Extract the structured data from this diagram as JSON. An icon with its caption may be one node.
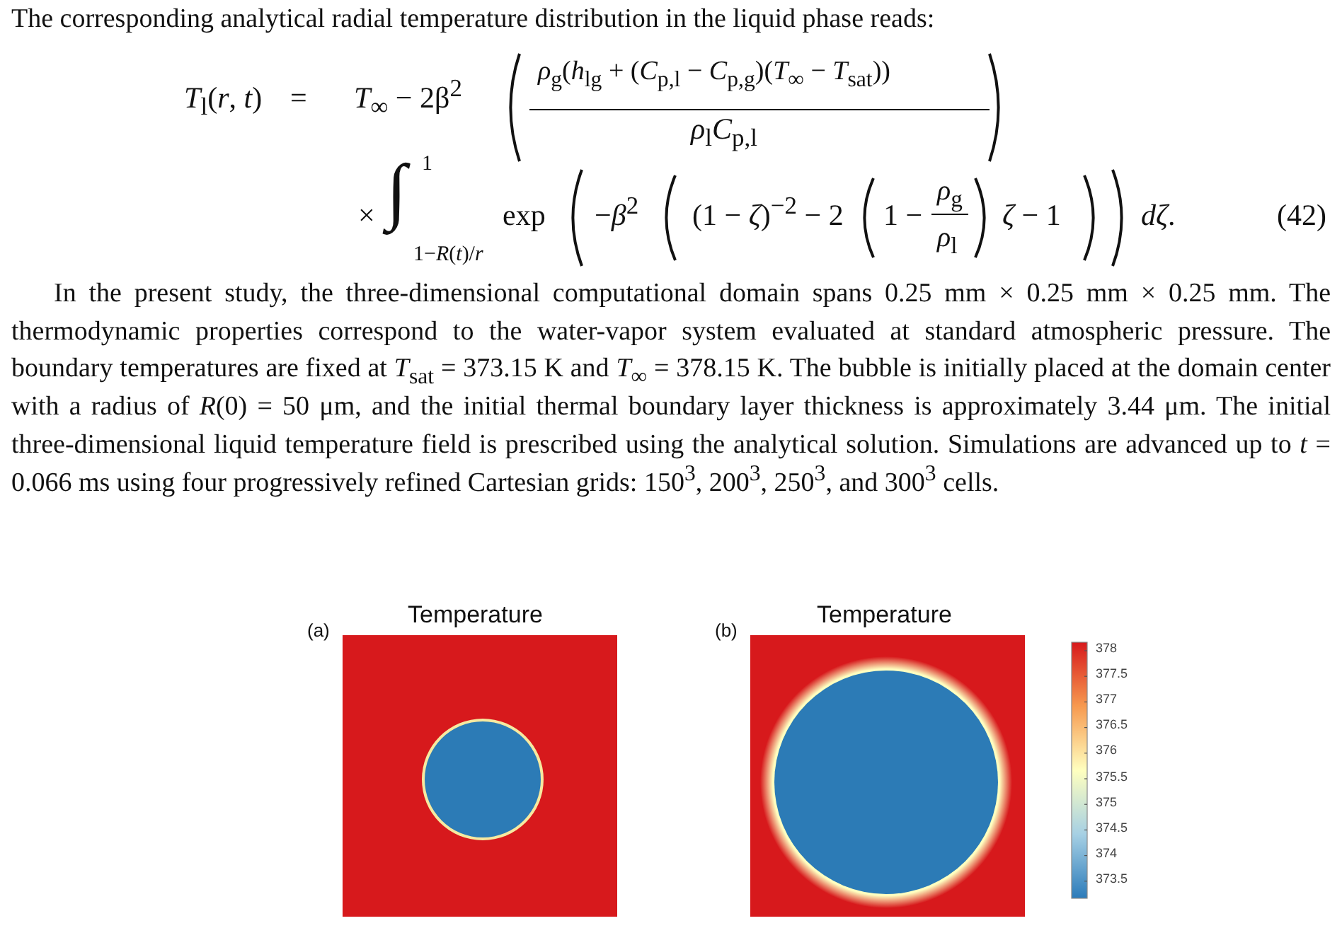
{
  "diagram": {
    "labels": [
      "The corresponding analytical radial temperature distribution in the liquid phase reads:",
      "*T*$_{l}$(*r*, *t*)",
      "=",
      "*T*$_{∞}$ − 2β$^{2}$",
      "*ρ*$_{g}$(*h*$_{lg}$ + (*C*$_{p,l}$ − *C*$_{p,g}$)(*T*$_{∞}$ − *T*$_{sat}$))",
      "*ρ*$_{l}$*C*$_{p,l}$",
      "×",
      "∫",
      "1",
      "1−*R*(*t*)/*r*",
      "exp",
      "−*β*$^{2}$",
      "(1 − *ζ*)$^{−2}$ − 2",
      "1 −",
      "*ρ*$_{g}$",
      "*ρ*$_{l}$",
      "*ζ* − 1",
      "*dζ*.",
      "(42)",
      "In the present study, the three-dimensional computational domain spans 0.25 mm × 0.25 mm × 0.25 mm. The thermodynamic properties correspond to the water-vapor system evaluated at standard atmospheric pressure. The boundary temperatures are fixed at *T*$_{sat}$ = 373.15 K and *T*$_{∞}$ = 378.15 K. The bubble is initially placed at the domain center with a radius of *R*(0) = 50 μm, and the initial thermal boundary layer thickness is approximately 3.44 μm. The initial three-dimensional liquid temperature field is prescribed using the analytical solution. Simulations are advanced up to *t* = 0.066 ms using four progressively refined Cartesian grids: 150$^{3}$, 200$^{3}$, 250$^{3}$, and 300$^{3}$ cells.",
      "(a)",
      "Temperature",
      "(b)",
      "Temperature",
      "378",
      "377.5",
      "377",
      "376.5",
      "376",
      "375.5",
      "375",
      "374.5",
      "374",
      "373.5"
    ]
  }
}
